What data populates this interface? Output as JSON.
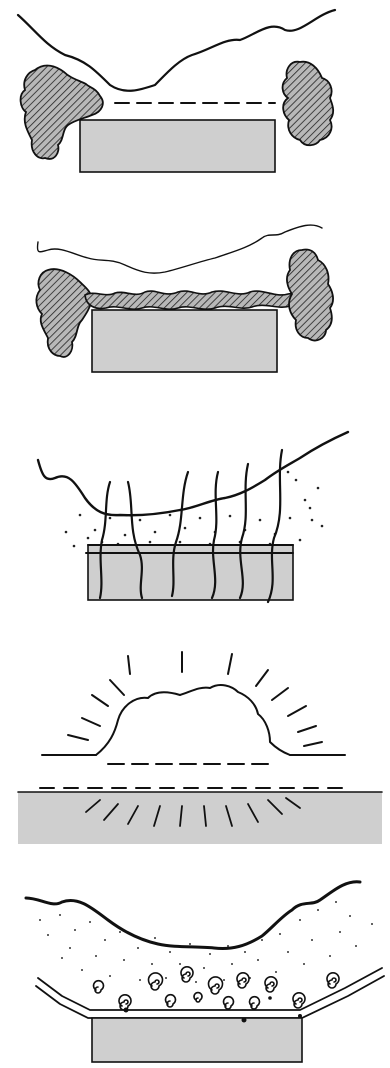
{
  "figure": {
    "panel_count": 5,
    "panels": [
      {
        "id": 1,
        "icon": "soil-gap-between-shrubs"
      },
      {
        "id": 2,
        "icon": "roots-bridging-shrubs"
      },
      {
        "id": 3,
        "icon": "roots-through-soil"
      },
      {
        "id": 4,
        "icon": "radiating-mound"
      },
      {
        "id": 5,
        "icon": "coiled-debris-on-slab"
      }
    ]
  },
  "colors": {
    "ink": "#111111",
    "block": "#cfcfcf",
    "hatch": "#9e9e9e",
    "background": "#ffffff"
  }
}
